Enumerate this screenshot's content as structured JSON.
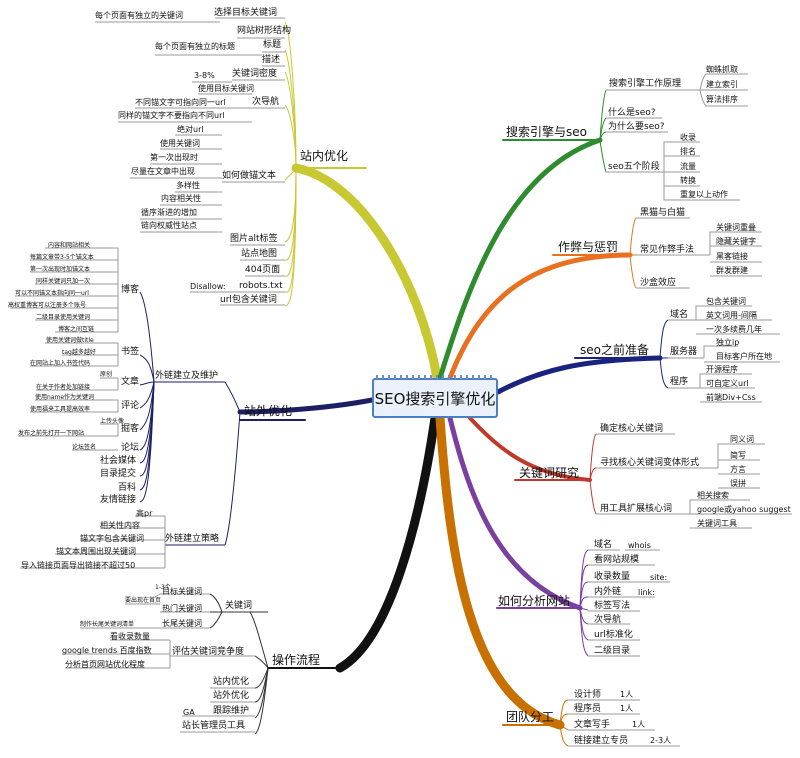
{
  "root": "SEO搜索引擎优化",
  "left": {
    "onsite": {
      "title": "站内优化",
      "items": [
        {
          "label": "选择目标关键词",
          "note": "每个页面有独立的关键词"
        },
        {
          "label": "网站树形结构"
        },
        {
          "label": "标题",
          "note": "每个页面有独立的标题"
        },
        {
          "label": "描述"
        },
        {
          "label": "关键词密度",
          "note": "3-8%"
        },
        {
          "label": "次导航",
          "notes": [
            "使用目标关键词",
            "不同锚文字可指向同一url",
            "同样的锚文字不要指向不同url"
          ]
        },
        {
          "label": "如何做锚文本",
          "notes": [
            "绝对url",
            "使用关键词",
            "第一次出现时",
            "尽量在文章中出现",
            "多样性",
            "内容相关性",
            "循序渐进的增加",
            "链向权威性站点"
          ]
        },
        {
          "label": "图片alt标签"
        },
        {
          "label": "站点地图"
        },
        {
          "label": "404页面"
        },
        {
          "label": "robots.txt",
          "note": "Disallow:"
        },
        {
          "label": "url包含关键词"
        }
      ]
    },
    "offsite": {
      "title": "站外优化",
      "building": {
        "title": "外链建立及维护",
        "blog": {
          "label": "博客",
          "notes": [
            "内容和网站相关",
            "每篇文章带3-5个锚文本",
            "第一次出现时加锚文本",
            "同样关键词只加一次",
            "可以不同锚文本指向同一url",
            "高权重博客可以注册多个账号",
            "二级目录使用关键词",
            "博客之间互链"
          ]
        },
        "bookmark": {
          "label": "书签",
          "notes": [
            "使用关键词做title",
            "tag越多越好",
            "在网站上加入书签代码"
          ]
        },
        "article": {
          "label": "文章",
          "notes": [
            "原创",
            "在关于作者处加链接"
          ]
        },
        "comment": {
          "label": "评论",
          "notes": [
            "使用name作为关键词",
            "使用福来工具提高效率"
          ]
        },
        "digg": {
          "label": "掘客",
          "notes": [
            "上传头像",
            "发布之前先打开一下网站"
          ]
        },
        "forum": {
          "label": "论坛",
          "note": "论坛签名"
        },
        "others": [
          "社会媒体",
          "目录提交",
          "百科",
          "友情链接"
        ]
      },
      "strategy": {
        "title": "外链建立策略",
        "notes": [
          "高pr",
          "相关性内容",
          "锚文字包含关键词",
          "锚文本周围出现关键词",
          "导入链接页面导出链接不超过50"
        ]
      }
    },
    "process": {
      "title": "操作流程",
      "keyword": {
        "label": "关键词",
        "items": [
          {
            "label": "目标关键词",
            "note": "1-3个"
          },
          {
            "label": "热门关键词",
            "note": "要出现在首页"
          },
          {
            "label": "长尾关键词",
            "note": "制作长尾关键词清单"
          }
        ]
      },
      "evaluate": {
        "label": "评估关键词竞争度",
        "notes": [
          "看收录数量",
          "google trends 百度指数",
          "分析首页网站优化程度"
        ]
      },
      "steps": [
        {
          "label": "站内优化"
        },
        {
          "label": "站外优化"
        },
        {
          "label": "跟踪维护",
          "note": "GA"
        },
        {
          "label": "站长管理员工具"
        }
      ]
    }
  },
  "right": {
    "engine": {
      "title": "搜索引擎与seo",
      "work": {
        "label": "搜索引擎工作原理",
        "notes": [
          "蜘蛛抓取",
          "建立索引",
          "算法排序"
        ]
      },
      "what": "什么是seo?",
      "why": "为什么要seo?",
      "stages": {
        "label": "seo五个阶段",
        "notes": [
          "收录",
          "排名",
          "流量",
          "转换",
          "重复以上动作"
        ]
      }
    },
    "cheat": {
      "title": "作弊与惩罚",
      "items": [
        "黑猫与白猫",
        "常见作弊手法",
        "沙盒效应"
      ],
      "tricks": [
        "关键词重叠",
        "隐藏关键字",
        "黑客链接",
        "群发群建"
      ]
    },
    "prep": {
      "title": "seo之前准备",
      "domain": {
        "label": "域名",
        "notes": [
          "包含关键词",
          "英文词用-间隔",
          "一次多续费几年"
        ]
      },
      "server": {
        "label": "服务器",
        "notes": [
          "独立ip",
          "目标客户所在地"
        ]
      },
      "program": {
        "label": "程序",
        "notes": [
          "开源程序",
          "可自定义url",
          "前端Div+Css"
        ]
      }
    },
    "research": {
      "title": "关键词研究",
      "core": "确定核心关键词",
      "variants": {
        "label": "寻找核心关键词变体形式",
        "notes": [
          "同义词",
          "简写",
          "方言",
          "误拼"
        ]
      },
      "tools": {
        "label": "用工具扩展核心词",
        "notes": [
          "相关搜索",
          "google或yahoo suggest",
          "关键词工具"
        ]
      }
    },
    "analyze": {
      "title": "如何分析网站",
      "items": [
        {
          "label": "域名",
          "note": "whois"
        },
        {
          "label": "看网站规模"
        },
        {
          "label": "收录数量",
          "note": "site:"
        },
        {
          "label": "内外链",
          "note": "link:"
        },
        {
          "label": "标签写法"
        },
        {
          "label": "次导航"
        },
        {
          "label": "url标准化"
        },
        {
          "label": "二级目录"
        }
      ]
    },
    "team": {
      "title": "团队分工",
      "items": [
        {
          "label": "设计师",
          "note": "1人"
        },
        {
          "label": "程序员",
          "note": "1人"
        },
        {
          "label": "文章写手",
          "note": "1人"
        },
        {
          "label": "链接建立专员",
          "note": "2-3人"
        }
      ]
    }
  },
  "colors": {
    "onsite": "#c8c832",
    "offsite": "#1e1e64",
    "process": "#111111",
    "engine": "#2e8b2e",
    "cheat": "#e87020",
    "prep": "#1a237e",
    "research": "#c0392b",
    "analyze": "#7b3fa0",
    "team": "#c87000",
    "leaf": "#888888"
  }
}
